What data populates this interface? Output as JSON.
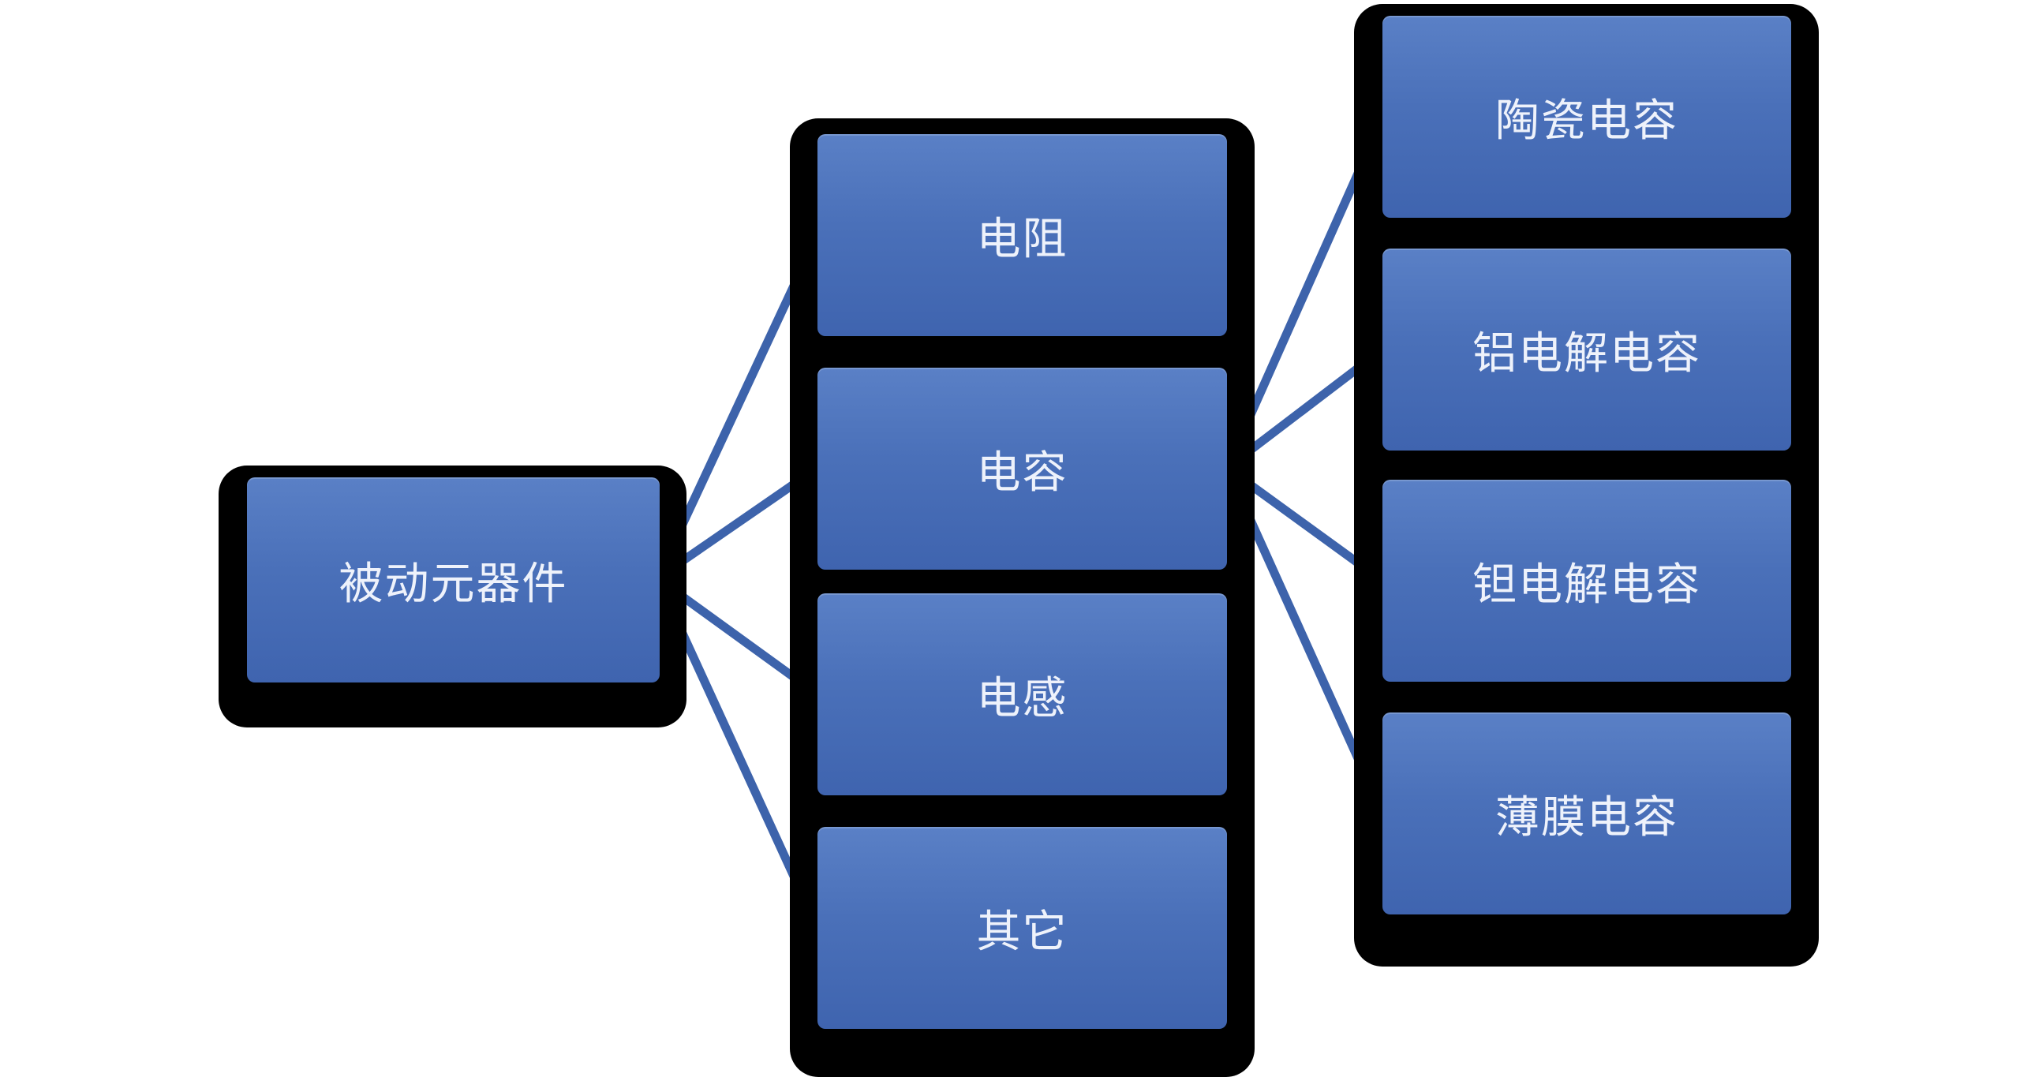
{
  "colors": {
    "node_fill_top": "#5a80c6",
    "node_fill_bottom": "#3f64af",
    "node_shadow": "#000000",
    "connector": "#3d63ab",
    "node_text": "#eef2fb",
    "background": "#ffffff"
  },
  "root": {
    "label": "被动元器件"
  },
  "categories": [
    {
      "label": "电阻"
    },
    {
      "label": "电容"
    },
    {
      "label": "电感"
    },
    {
      "label": "其它"
    }
  ],
  "capacitor_types": [
    {
      "label": "陶瓷电容"
    },
    {
      "label": "铝电解电容"
    },
    {
      "label": "钽电解电容"
    },
    {
      "label": "薄膜电容"
    }
  ]
}
